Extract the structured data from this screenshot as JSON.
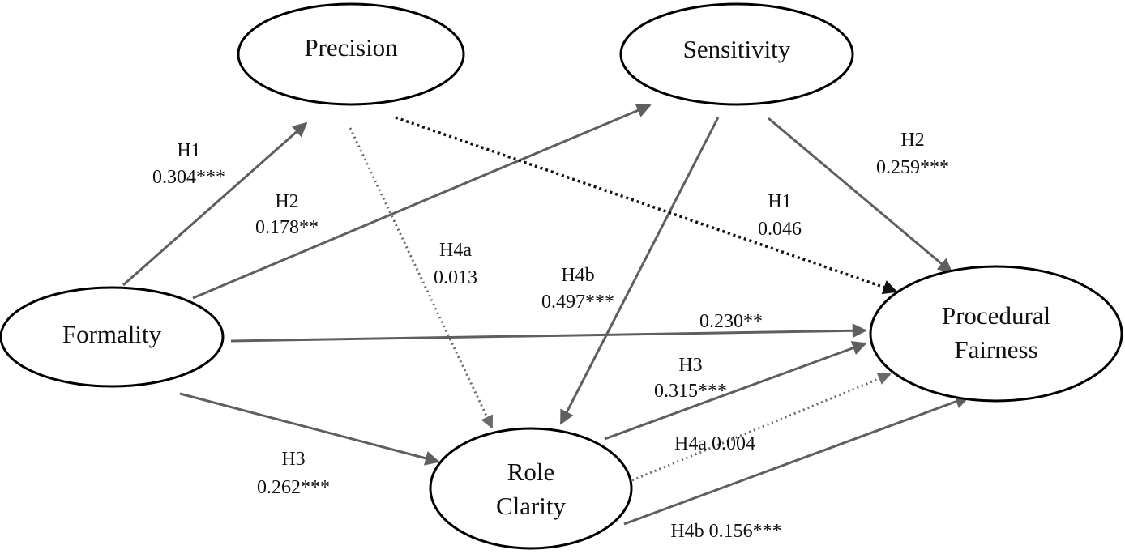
{
  "nodes": {
    "precision": {
      "label": "Precision"
    },
    "sensitivity": {
      "label": "Sensitivity"
    },
    "formality": {
      "label": "Formality"
    },
    "role_clarity": {
      "line1": "Role",
      "line2": "Clarity"
    },
    "procedural_fairness": {
      "line1": "Procedural",
      "line2": "Fairness"
    }
  },
  "edges": {
    "formality_precision": {
      "hypothesis": "H1",
      "coefficient": "0.304***"
    },
    "formality_sensitivity": {
      "hypothesis": "H2",
      "coefficient": "0.178**"
    },
    "precision_role": {
      "hypothesis": "H4a",
      "coefficient": "0.013"
    },
    "sensitivity_role": {
      "hypothesis": "H4b",
      "coefficient": "0.497***"
    },
    "precision_fairness": {
      "hypothesis": "H1",
      "coefficient": "0.046"
    },
    "sensitivity_fairness": {
      "hypothesis": "H2",
      "coefficient": "0.259***"
    },
    "formality_fairness": {
      "coefficient": "0.230**"
    },
    "role_fairness": {
      "hypothesis": "H3",
      "coefficient": "0.315***"
    },
    "formality_role": {
      "hypothesis": "H3",
      "coefficient": "0.262***"
    },
    "h4a_indirect": {
      "text": "H4a 0.004"
    },
    "h4b_indirect": {
      "text": "H4b 0.156***"
    }
  },
  "colors": {
    "solid_path": "#5f5f5f",
    "dotted_path_grey": "#6a6a6a",
    "dotted_path_dark": "#111111",
    "node_outline": "#000000"
  }
}
